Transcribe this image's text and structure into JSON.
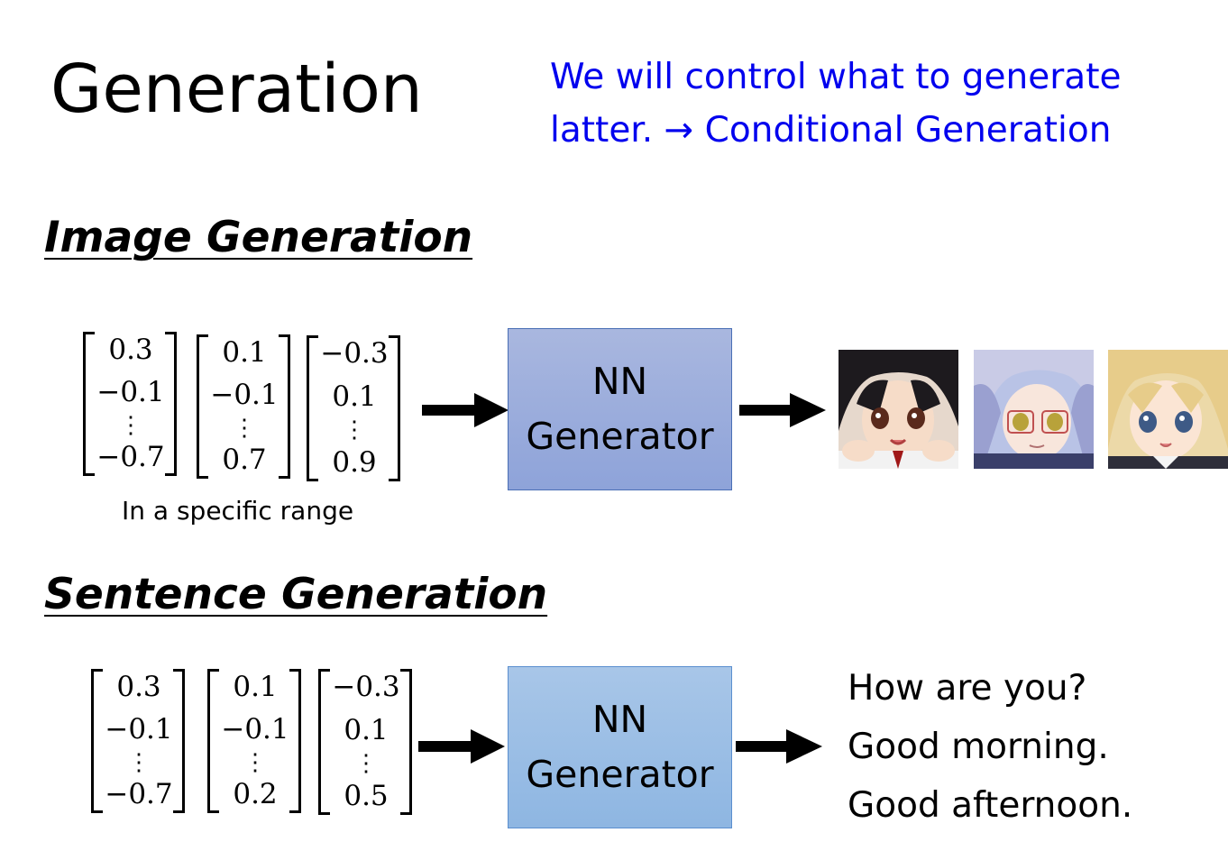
{
  "title": "Generation",
  "note": "We will control what to generate latter. → Conditional Generation",
  "image_section": {
    "heading": "Image Generation",
    "vectors": [
      {
        "v1": "0.3",
        "v2": "−0.1",
        "dots": "⋮",
        "v3": "−0.7"
      },
      {
        "v1": "0.1",
        "v2": "−0.1",
        "dots": "⋮",
        "v3": "0.7"
      },
      {
        "v1": "−0.3",
        "v2": "0.1",
        "dots": "⋮",
        "v3": "0.9"
      }
    ],
    "range_caption": "In a specific range",
    "generator_line1": "NN",
    "generator_line2": "Generator",
    "output_images": [
      "anime-face-dark-hair",
      "anime-face-silver-hair-glasses",
      "anime-face-blonde-hair"
    ]
  },
  "sentence_section": {
    "heading": "Sentence Generation",
    "vectors": [
      {
        "v1": "0.3",
        "v2": "−0.1",
        "dots": "⋮",
        "v3": "−0.7"
      },
      {
        "v1": "0.1",
        "v2": "−0.1",
        "dots": "⋮",
        "v3": "0.2"
      },
      {
        "v1": "−0.3",
        "v2": "0.1",
        "dots": "⋮",
        "v3": "0.5"
      }
    ],
    "generator_line1": "NN",
    "generator_line2": "Generator",
    "sentences": [
      "How are you?",
      "Good morning.",
      "Good afternoon."
    ]
  },
  "colors": {
    "note": "#0000ee",
    "image_generator_fill": "#9aace0",
    "sentence_generator_fill": "#9dc0e6"
  }
}
